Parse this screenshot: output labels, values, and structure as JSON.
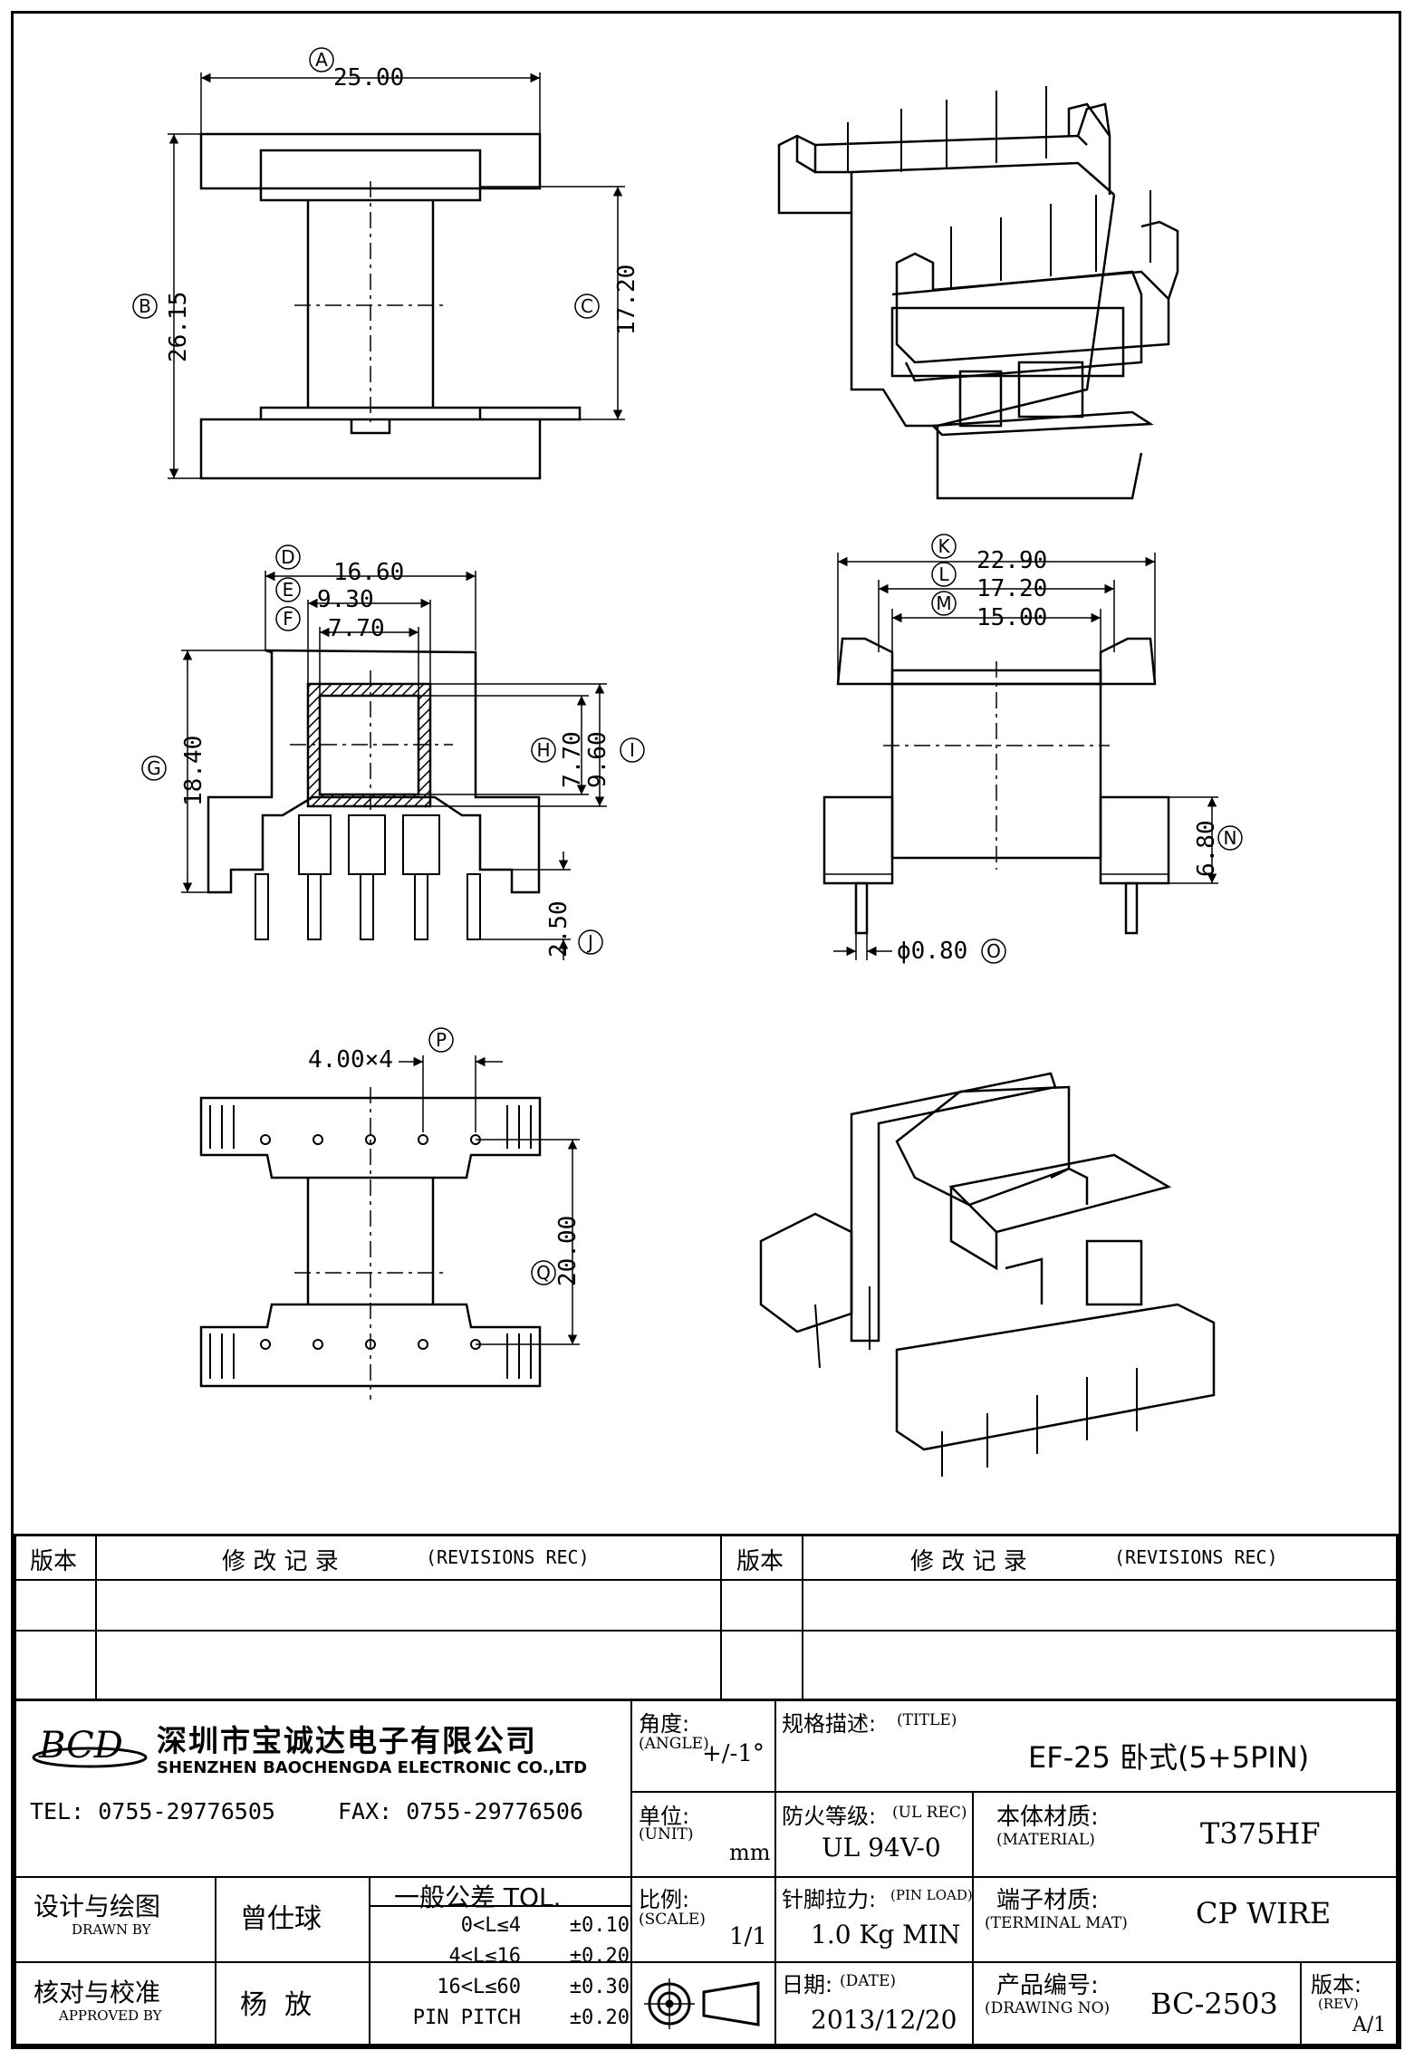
{
  "dimensions": {
    "A": "25.00",
    "B": "26.15",
    "C": "17.20",
    "D": "16.60",
    "E": "9.30",
    "F": "7.70",
    "G": "18.40",
    "H": "7.70",
    "I": "9.60",
    "J": "2.50",
    "K": "22.90",
    "L": "17.20",
    "M": "15.00",
    "N": "6.80",
    "O": "ϕ0.80",
    "P": "4.00×4",
    "Q": "20.00"
  },
  "labels": {
    "A": "A",
    "B": "B",
    "C": "C",
    "D": "D",
    "E": "E",
    "F": "F",
    "G": "G",
    "H": "H",
    "I": "I",
    "J": "J",
    "K": "K",
    "L": "L",
    "M": "M",
    "N": "N",
    "O": "O",
    "P": "P",
    "Q": "Q"
  },
  "revisions": {
    "col1_header": "版本",
    "col2_header": "修 改 记 录",
    "col2_header_en": "(REVISIONS REC)",
    "col3_header": "版本",
    "col4_header": "修 改 记 录",
    "col4_header_en": "(REVISIONS REC)"
  },
  "company": {
    "logo": "BCD",
    "name_cn": "深圳市宝诚达电子有限公司",
    "name_en": "SHENZHEN BAOCHENGDA ELECTRONIC CO.,LTD",
    "tel": "TEL: 0755-29776505",
    "fax": "FAX: 0755-29776506"
  },
  "angle": {
    "label": "角度:",
    "label_en": "(ANGLE)",
    "value": "+/-1°"
  },
  "title": {
    "label": "规格描述:",
    "label_en": "(TITLE)",
    "value": "EF-25 卧式(5+5PIN)"
  },
  "unit": {
    "label": "单位:",
    "label_en": "(UNIT)",
    "value": "mm"
  },
  "ul": {
    "label": "防火等级:",
    "label_en": "(UL REC)",
    "value": "UL 94V-0"
  },
  "material": {
    "label": "本体材质:",
    "label_en": "(MATERIAL)",
    "value": "T375HF"
  },
  "designer": {
    "label": "设计与绘图",
    "label_en": "DRAWN BY",
    "value": "曾仕球"
  },
  "tolerance": {
    "title": "一般公差 TOL.",
    "rows": [
      {
        "range": "0<L≤4",
        "tol": "±0.10"
      },
      {
        "range": "4<L≤16",
        "tol": "±0.20"
      },
      {
        "range": "16<L≤60",
        "tol": "±0.30"
      },
      {
        "range": "PIN PITCH",
        "tol": "±0.20"
      }
    ]
  },
  "scale": {
    "label": "比例:",
    "label_en": "(SCALE)",
    "value": "1/1"
  },
  "pin_load": {
    "label": "针脚拉力:",
    "label_en": "(PIN LOAD)",
    "value": "1.0 Kg MIN"
  },
  "terminal": {
    "label": "端子材质:",
    "label_en": "(TERMINAL MAT)",
    "value": "CP WIRE"
  },
  "approver": {
    "label": "核对与校准",
    "label_en": "APPROVED BY",
    "value": "杨  放"
  },
  "date": {
    "label": "日期:",
    "label_en": "(DATE)",
    "value": "2013/12/20"
  },
  "drawing_no": {
    "label": "产品编号:",
    "label_en": "(DRAWING NO)",
    "value": "BC-2503"
  },
  "rev": {
    "label": "版本:",
    "label_en": "(REV)",
    "value": "A/1"
  }
}
